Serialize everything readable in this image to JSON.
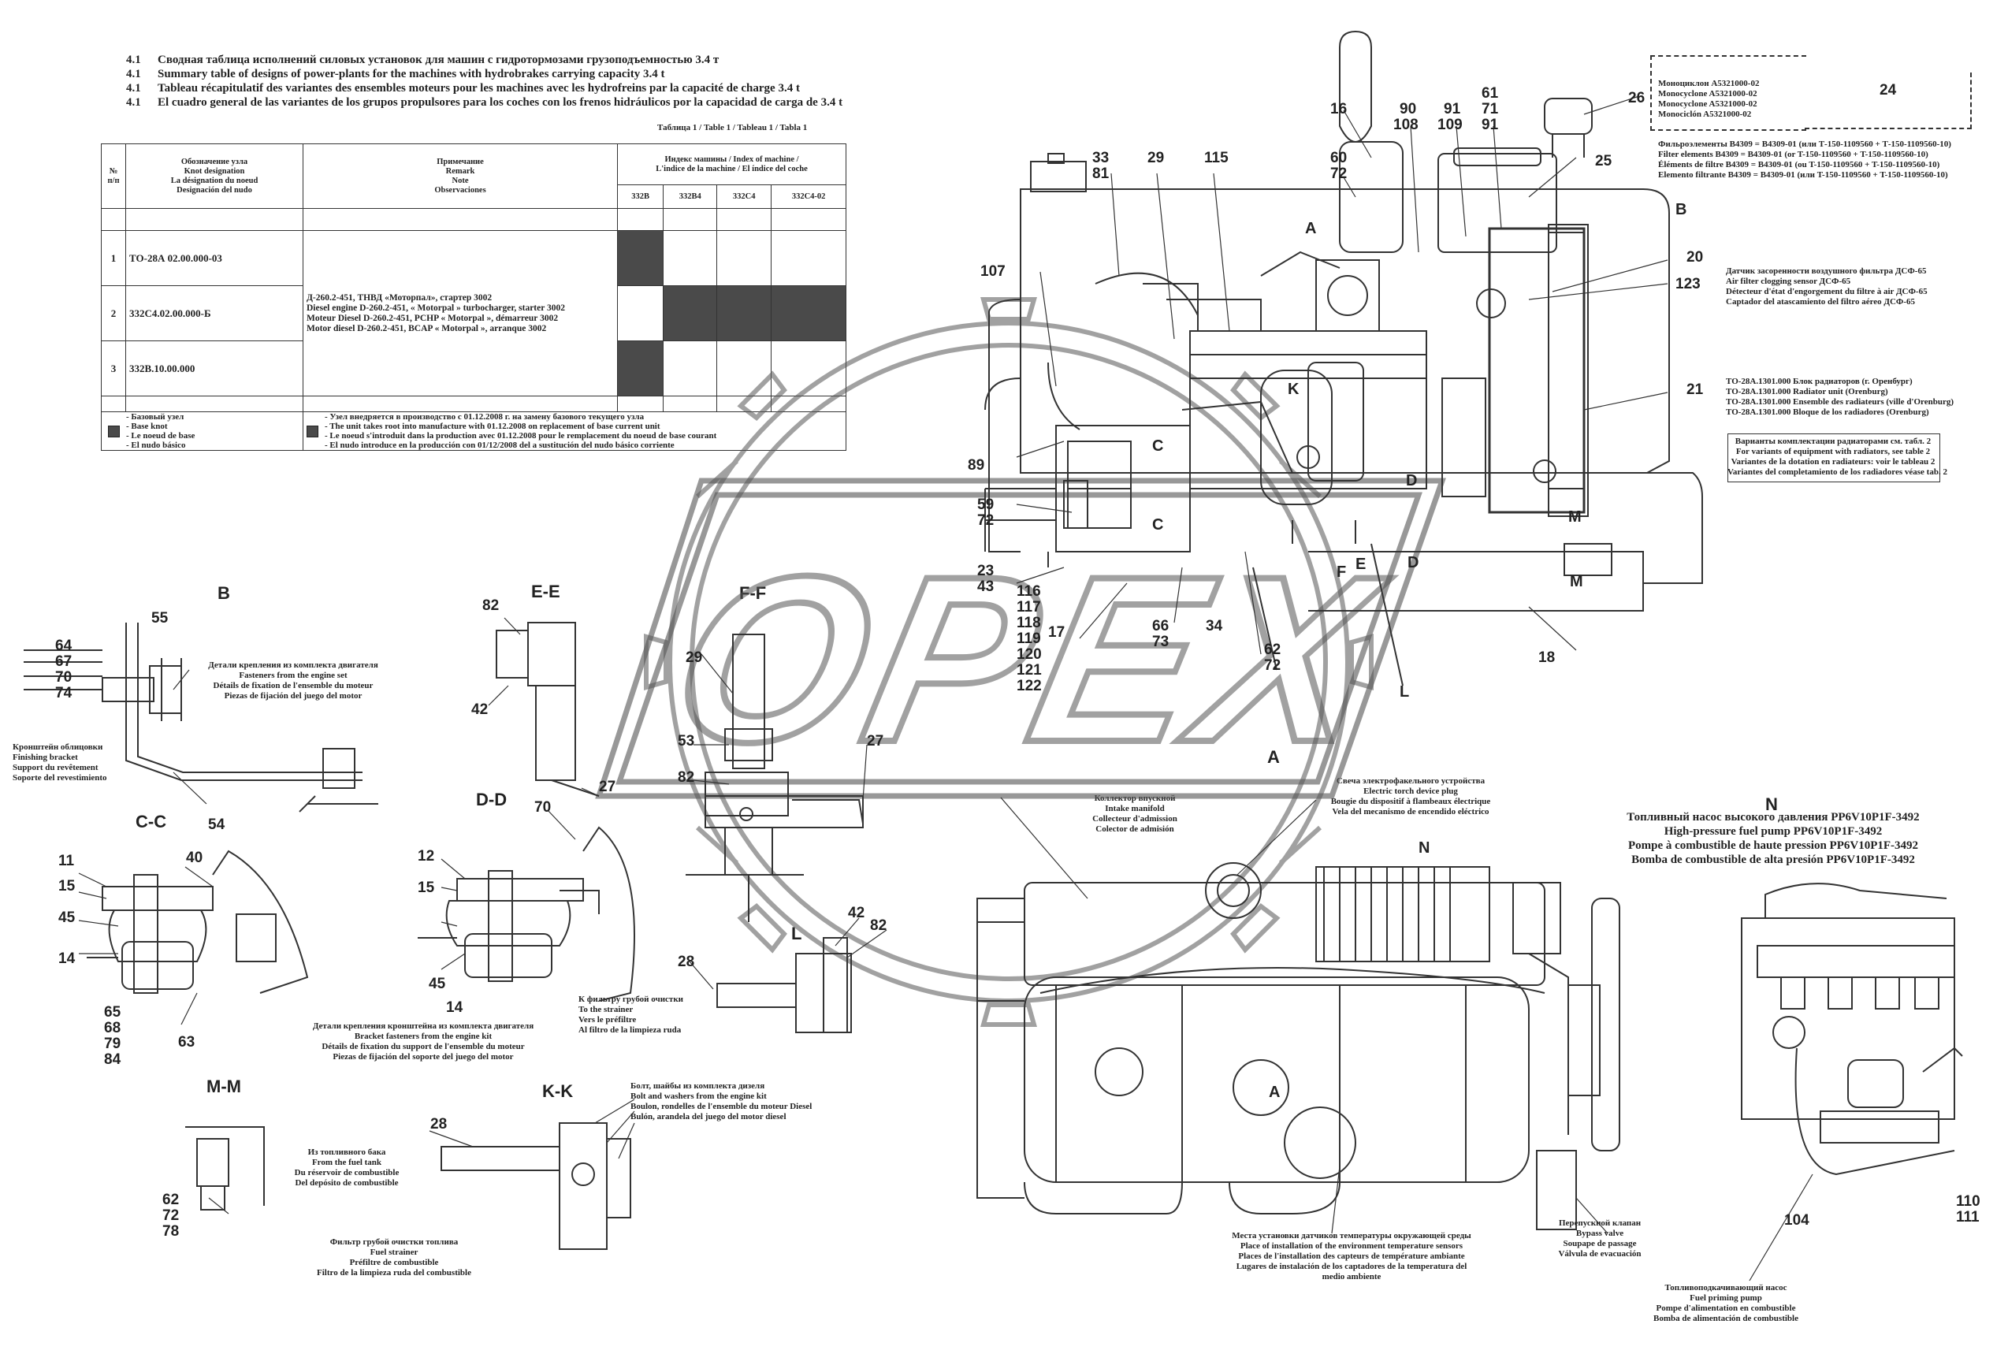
{
  "header_lines": [
    {
      "num": "4.1",
      "text": "Сводная таблица исполнений силовых установок для машин с гидротормозами грузоподъемностью 3.4 т"
    },
    {
      "num": "4.1",
      "text": "Summary table of designs of power-plants for the machines with hydrobrakes carrying capacity 3.4 t"
    },
    {
      "num": "4.1",
      "text": "Tableau récapitulatif des variantes des ensembles moteurs pour les machines avec les hydrofreins par la capacité de charge 3.4 t"
    },
    {
      "num": "4.1",
      "text": "El cuadro general de las variantes de los grupos propulsores para los coches con los frenos hidráulicos por la capacidad de carga de 3.4 t"
    }
  ],
  "table": {
    "caption": "Таблица 1 / Table 1 / Tableau 1 / Tabla 1",
    "col_no": [
      "№",
      "п/п"
    ],
    "col_designation": [
      "Обозначение узла",
      "Knot designation",
      "La désignation du noeud",
      "Designación del nudo"
    ],
    "col_remark": [
      "Примечание",
      "Remark",
      "Note",
      "Observaciones"
    ],
    "col_index": [
      "Индекс машины / Index of machine /",
      "L'indice de la machine / El índice del coche"
    ],
    "machine_indexes": [
      "332В",
      "332В4",
      "332С4",
      "332С4-02"
    ],
    "rows": [
      {
        "no": "1",
        "code": "ТО-28А 02.00.000-03"
      },
      {
        "no": "2",
        "code": "332С4.02.00.000-Б"
      },
      {
        "no": "3",
        "code": "332В.10.00.000"
      }
    ],
    "remark_text": [
      "Д-260.2-451, ТНВД «Моторпал», стартер 3002",
      "Diesel engine D-260.2-451, « Motorpal » turbocharger, starter 3002",
      "Moteur Diesel D-260.2-451, PCHP « Motorpal », démarreur 3002",
      "Motor diesel D-260.2-451, BCAP « Motorpal », arranque 3002"
    ],
    "legend_base": [
      "- Базовый узел",
      "- Base knot",
      "- Le noeud de base",
      "- El nudo básico"
    ],
    "legend_new": [
      "- Узел внедряется в производство с 01.12.2008 г. на замену базового текущего узла",
      "- The unit takes root into manufacture with 01.12.2008 on replacement of base current unit",
      "- Le noeud s'introduit dans la production avec 01.12.2008 pour le remplacement du noeud de base courant",
      "- El nudo introduce en la producción con 01/12/2008 del a sustitución del nudo básico corriente"
    ]
  },
  "monocyclone": [
    "Моноциклон А5321000-02",
    "Monocyclone A5321000-02",
    "Monocyclone A5321000-02",
    "Monociclón A5321000-02"
  ],
  "filters": [
    "Фильроэлементы В4309 = В4309-01 (или Т-150-1109560 + Т-150-1109560-10)",
    "Filter elements B4309 = B4309-01 (or T-150-1109560 + T-150-1109560-10)",
    "Éléments de filtre B4309 = B4309-01 (ou T-150-1109560 + T-150-1109560-10)",
    "Elemento filtrante B4309 = B4309-01 (или T-150-1109560 + T-150-1109560-10)"
  ],
  "air_sensor": [
    "Датчик засоренности воздушного фильтра ДСФ-65",
    "Air filter clogging sensor ДСФ-65",
    "Détecteur d'état d'engorgement du filtre à air ДСФ-65",
    "Captador del atascamiento del filtro aéreo ДСФ-65"
  ],
  "radiator": [
    "ТО-28А.1301.000 Блок радиаторов (г. Оренбург)",
    "ТО-28А.1301.000 Radiator unit (Orenburg)",
    "ТО-28А.1301.000 Ensemble des radiateurs (ville d'Orenburg)",
    "ТО-28А.1301.000 Bloque de los radiadores (Orenburg)"
  ],
  "variants_note": [
    "Варианты комплектации радиаторами см. табл. 2",
    "For variants of equipment with radiators, see table 2",
    "Variantes de la dotation en radiateurs: voir le tableau 2",
    "Variantes del completamiento de los radiadores véase tab. 2"
  ],
  "intake": [
    "Коллектор впускной",
    "Intake manifold",
    "Collecteur d'admission",
    "Colector de admisión"
  ],
  "torch_plug": [
    "Свеча электрофакельного устройства",
    "Electric torch device plug",
    "Bougie du dispositif à flambeaux électrique",
    "Vela del mecanismo de encendido eléctrico"
  ],
  "fuel_pump": [
    "Топливный насос высокого давления PP6V10P1F-3492",
    "High-pressure fuel pump PP6V10P1F-3492",
    "Pompe à combustible de haute pression PP6V10P1F-3492",
    "Bomba de combustible de alta presión PP6V10P1F-3492"
  ],
  "temp_sensors": [
    "Места установки датчиков температуры окружающей среды",
    "Place of installation of the environment temperature sensors",
    "Places de l'installation des capteurs de température ambiante",
    "Lugares de instalación de los captadores de la temperatura del",
    "medio ambiente"
  ],
  "bypass": [
    "Перепускной клапан",
    "Bypass valve",
    "Soupape de passage",
    "Válvula de evacuación"
  ],
  "priming": [
    "Топливоподкачивающий насос",
    "Fuel priming pump",
    "Pompe d'alimentation en combustible",
    "Bomba de alimentación de combustible"
  ],
  "engine_fasteners": [
    "Детали крепления из комплекта двигателя",
    "Fasteners from the engine set",
    "Détails de fixation de l'ensemble du moteur",
    "Piezas de fijación del juego del motor"
  ],
  "finishing_bracket": [
    "Кронштейн облицовки",
    "Finishing bracket",
    "Support du revêtement",
    "Soporte del revestimiento"
  ],
  "bracket_fasteners": [
    "Детали крепления кронштейна из комплекта двигателя",
    "Bracket fasteners from the engine kit",
    "Détails de fixation du support de l'ensemble du moteur",
    "Piezas de fijación del soporte del juego del motor"
  ],
  "to_strainer": [
    "К фильтру грубой очистки",
    "To the strainer",
    "Vers le préfiltre",
    "Al filtro de la limpieza ruda"
  ],
  "from_tank": [
    "Из топливного бака",
    "From the fuel tank",
    "Du réservoir de combustible",
    "Del depósito de combustible"
  ],
  "fuel_strainer": [
    "Фильтр грубой очистки топлива",
    "Fuel strainer",
    "Préfiltre de combustible",
    "Filtro de la limpieza ruda del combustible"
  ],
  "bolt_washers": [
    "Болт, шайбы из комплекта дизеля",
    "Bolt and washers from the engine kit",
    "Boulon, rondelles de l'ensemble du moteur Diesel",
    "Bulón, arandela del juego del motor diesel"
  ],
  "section_titles": {
    "b": "B",
    "ee": "E-E",
    "ff": "F-F",
    "cc": "C-C",
    "dd": "D-D",
    "l": "L",
    "mm": "M-M",
    "kk": "K-K",
    "a": "A",
    "n": "N"
  },
  "callouts": {
    "c24": "24",
    "c26": "26",
    "c25": "25",
    "c61": "61",
    "c71": "71",
    "c91a": "91",
    "c91b": "91",
    "c109": "109",
    "c90": "90",
    "c108": "108",
    "c16": "16",
    "c60": "60",
    "c72a": "72",
    "c115": "115",
    "c29a": "29",
    "c33": "33",
    "c81": "81",
    "c107": "107",
    "c20": "20",
    "c123": "123",
    "c21": "21",
    "c89": "89",
    "c59": "59",
    "c72b": "72",
    "c23": "23",
    "c43": "43",
    "c116": "116",
    "c117": "117",
    "c118": "118",
    "c119": "119",
    "c120": "120",
    "c121": "121",
    "c122": "122",
    "c17": "17",
    "c66": "66",
    "c73": "73",
    "c34": "34",
    "c62a": "62",
    "c72c": "72",
    "c18": "18",
    "c55": "55",
    "c64": "64",
    "c67": "67",
    "c70a": "70",
    "c74": "74",
    "c54": "54",
    "c82a": "82",
    "c42a": "42",
    "c27a": "27",
    "c29b": "29",
    "c53": "53",
    "c82b": "82",
    "c27b": "27",
    "c11": "11",
    "c15a": "15",
    "c45a": "45",
    "c14a": "14",
    "c40": "40",
    "c65": "65",
    "c68": "68",
    "c79": "79",
    "c84": "84",
    "c63": "63",
    "c12": "12",
    "c15b": "15",
    "c45b": "45",
    "c14b": "14",
    "c70b": "70",
    "c42b": "42",
    "c82c": "82",
    "c28a": "28",
    "c62b": "62",
    "c72d": "72",
    "c78": "78",
    "c28b": "28",
    "c104": "104",
    "c110": "110",
    "c111": "111"
  },
  "letters": {
    "lB": "B",
    "lA": "A",
    "lC1": "C",
    "lC2": "C",
    "lD1": "D",
    "lD2": "D",
    "lK": "K",
    "lE": "E",
    "lF": "F",
    "lM1": "M",
    "lM2": "M",
    "lL": "L",
    "lN": "N",
    "lA2": "A"
  },
  "watermark": "OPEX"
}
